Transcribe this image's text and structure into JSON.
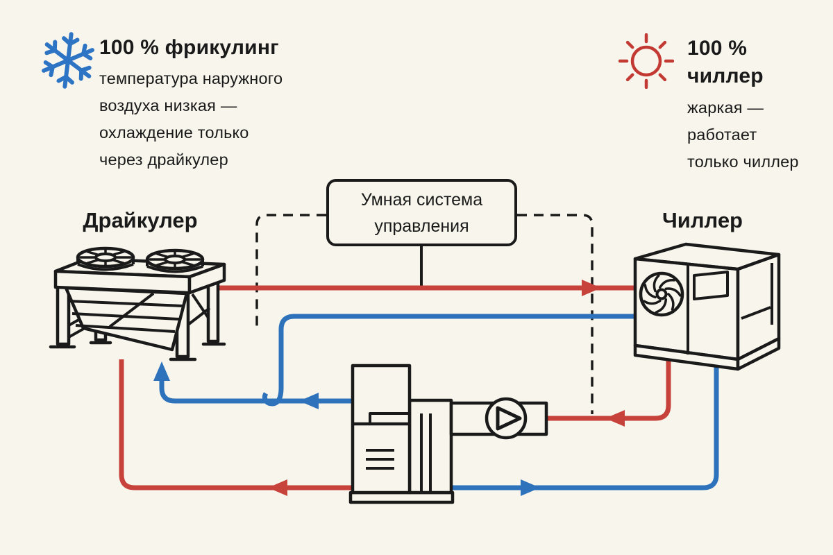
{
  "page": {
    "background": "#F8F6EC"
  },
  "colors": {
    "bg": "#F8F6EC",
    "ink": "#1A1A1A",
    "red": "#C7423B",
    "blue": "#2E72BC",
    "icon_blue": "#2E74C4",
    "icon_red": "#C23A33"
  },
  "info_left": {
    "icon": "snowflake-icon",
    "title": "100 % фрикулинг",
    "body_lines": [
      "температура наружного",
      "воздуха низкая —",
      "охлаждение только",
      "через драйкулер"
    ]
  },
  "info_right": {
    "icon": "sun-icon",
    "title_lines": [
      "100 %",
      "чиллер"
    ],
    "body_lines": [
      "жаркая —",
      "работает",
      "только чиллер"
    ]
  },
  "diagram": {
    "control_box_lines": [
      "Умная система",
      "управления"
    ],
    "dry_cooler_label": "Драйкулер",
    "chiller_label": "Чиллер"
  }
}
